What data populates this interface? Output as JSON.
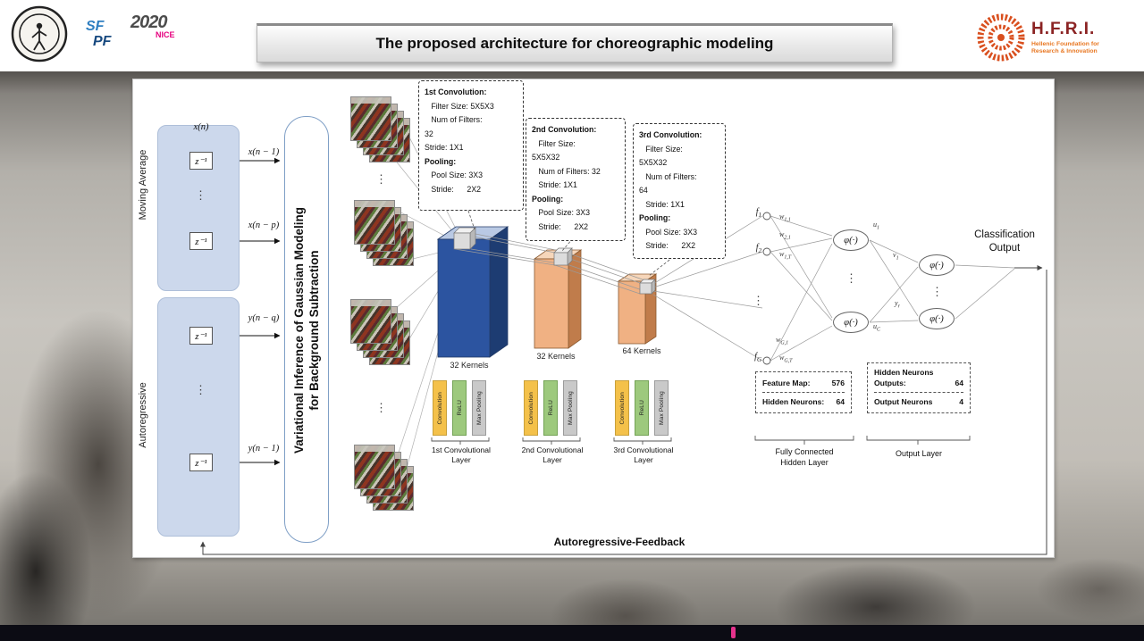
{
  "title": "The proposed architecture for choreographic modeling",
  "logos": {
    "sfpf_top": "SF",
    "sfpf_bottom": "PF",
    "nice_year": "2020",
    "nice_name": "NICE",
    "hfri_name": "H.F.R.I.",
    "hfri_sub1": "Hellenic Foundation for",
    "hfri_sub2": "Research & Innovation"
  },
  "left_panel": {
    "moving_average_label": "Moving Average",
    "autoregressive_label": "Autoregressive",
    "x_n": "x(n)",
    "x_n_minus_1": "x(n − 1)",
    "x_n_minus_p": "x(n − p)",
    "y_n_minus_q": "y(n − q)",
    "y_n_minus_1": "y(n − 1)",
    "z_inverse": "z⁻¹",
    "dots": "⋮"
  },
  "vigm": {
    "line1": "Variational Inference of Gaussian Modeling",
    "line2": "for Background Subtraction"
  },
  "callouts": {
    "box1": [
      "1st Convolution:",
      "   Filter Size: 5X5X3",
      "   Num of Filters:",
      "32",
      "Stride: 1X1",
      "Pooling:",
      "   Pool Size: 3X3",
      "   Stride:      2X2"
    ],
    "box2": [
      "2nd Convolution:",
      "   Filter Size:",
      "5X5X32",
      "   Num of Filters: 32",
      "   Stride: 1X1",
      "Pooling:",
      "   Pool Size: 3X3",
      "   Stride:      2X2"
    ],
    "box3": [
      "3rd Convolution:",
      "   Filter Size:",
      "5X5X32",
      "   Num of Filters:",
      "64",
      "   Stride: 1X1",
      "Pooling:",
      "   Pool Size: 3X3",
      "   Stride:      2X2"
    ]
  },
  "conv_blocks": {
    "kernels1": "32 Kernels",
    "kernels2": "32 Kernels",
    "kernels3": "64 Kernels"
  },
  "legend": {
    "bar_convolution": "Convolution",
    "bar_relu": "ReLU",
    "bar_maxpool": "Max Pooling",
    "layer1_l1": "1st Convolutional",
    "layer1_l2": "Layer",
    "layer2_l1": "2nd Convolutional",
    "layer2_l2": "Layer",
    "layer3_l1": "3rd Convolutional",
    "layer3_l2": "Layer"
  },
  "network": {
    "f1": {
      "base": "f",
      "sub": "1"
    },
    "f2": {
      "base": "f",
      "sub": "2"
    },
    "fG": {
      "base": "f",
      "sub": "G"
    },
    "w11": {
      "base": "w",
      "sub": "1,1"
    },
    "w21": {
      "base": "w",
      "sub": "2,1"
    },
    "w1T": {
      "base": "w",
      "sub": "1,T"
    },
    "wG1": {
      "base": "w",
      "sub": "G,1"
    },
    "wGT": {
      "base": "w",
      "sub": "G,T"
    },
    "phi": "φ(·)",
    "u1": {
      "base": "u",
      "sub": "1"
    },
    "uC": {
      "base": "u",
      "sub": "C"
    },
    "v1": {
      "base": "v",
      "sub": "1"
    },
    "yr": {
      "base": "y",
      "sub": "r"
    },
    "dots": "⋮"
  },
  "classification": {
    "line1": "Classification",
    "line2": "Output"
  },
  "feature_box": {
    "row1_label": "Feature Map:",
    "row1_value": "576",
    "row2_label": "Hidden Neurons:",
    "row2_value": "64"
  },
  "output_box": {
    "row1_label1": "Hidden Neurons",
    "row1_label2": "Outputs:",
    "row1_value": "64",
    "row2_label": "Output Neurons",
    "row2_value": "4"
  },
  "brackets": {
    "fully_connected_l1": "Fully Connected",
    "fully_connected_l2": "Hidden Layer",
    "output_layer": "Output Layer"
  },
  "feedback_label": "Autoregressive-Feedback"
}
